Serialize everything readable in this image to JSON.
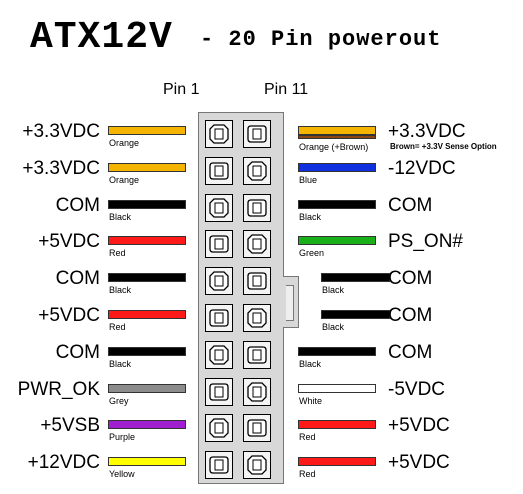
{
  "title": {
    "main": "ATX12V",
    "sub": "- 20 Pin powerout"
  },
  "pin_labels": {
    "pin1": "Pin 1",
    "pin11": "Pin 11"
  },
  "left": [
    {
      "voltage": "+3.3VDC",
      "wire": "Orange",
      "color": "#f5b400"
    },
    {
      "voltage": "+3.3VDC",
      "wire": "Orange",
      "color": "#f5b400"
    },
    {
      "voltage": "COM",
      "wire": "Black",
      "color": "#000000"
    },
    {
      "voltage": "+5VDC",
      "wire": "Red",
      "color": "#ff1a1a"
    },
    {
      "voltage": "COM",
      "wire": "Black",
      "color": "#000000"
    },
    {
      "voltage": "+5VDC",
      "wire": "Red",
      "color": "#ff1a1a"
    },
    {
      "voltage": "COM",
      "wire": "Black",
      "color": "#000000"
    },
    {
      "voltage": "PWR_OK",
      "wire": "Grey",
      "color": "#8c8c8c"
    },
    {
      "voltage": "+5VSB",
      "wire": "Purple",
      "color": "#a020d0"
    },
    {
      "voltage": "+12VDC",
      "wire": "Yellow",
      "color": "#ffff00"
    }
  ],
  "right": [
    {
      "voltage": "+3.3VDC",
      "wire": "Orange (+Brown)",
      "note": "Brown= +3.3V Sense Option",
      "color": "#f5b400",
      "color2": "#8b4513"
    },
    {
      "voltage": "-12VDC",
      "wire": "Blue",
      "color": "#1030e0"
    },
    {
      "voltage": "COM",
      "wire": "Black",
      "color": "#000000"
    },
    {
      "voltage": "PS_ON#",
      "wire": "Green",
      "color": "#1ab01a"
    },
    {
      "voltage": "COM",
      "wire": "Black",
      "color": "#000000"
    },
    {
      "voltage": "COM",
      "wire": "Black",
      "color": "#000000"
    },
    {
      "voltage": "COM",
      "wire": "Black",
      "color": "#000000"
    },
    {
      "voltage": "-5VDC",
      "wire": "White",
      "color": "#ffffff"
    },
    {
      "voltage": "+5VDC",
      "wire": "Red",
      "color": "#ff1a1a"
    },
    {
      "voltage": "+5VDC",
      "wire": "Red",
      "color": "#ff1a1a"
    }
  ]
}
